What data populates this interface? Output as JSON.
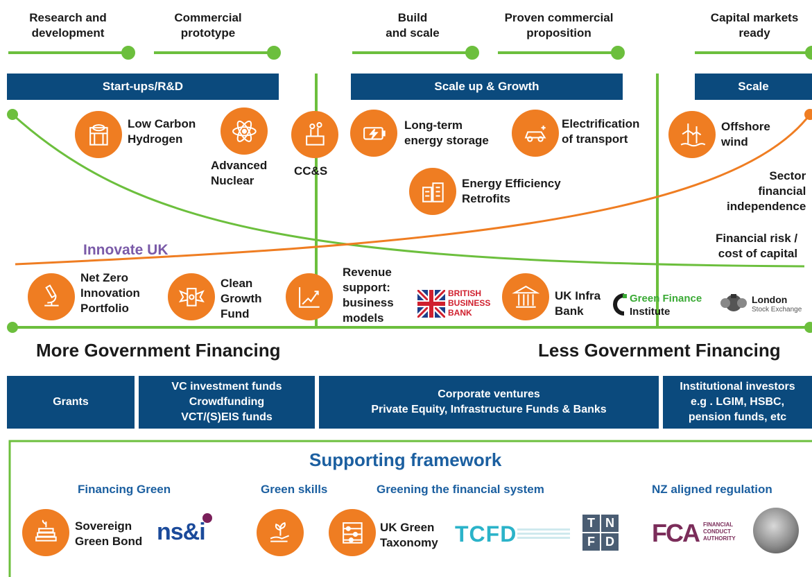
{
  "stages": [
    {
      "label": "Research and\ndevelopment"
    },
    {
      "label": "Commercial\nprototype"
    },
    {
      "label": "Build\nand scale"
    },
    {
      "label": "Proven commercial\nproposition"
    },
    {
      "label": "Capital markets\nready"
    }
  ],
  "bands": [
    "Start-ups/R&D",
    "Scale up & Growth",
    "Scale"
  ],
  "technologies": [
    {
      "label": "Low Carbon\nHydrogen",
      "icon": "hydrogen-plant-icon"
    },
    {
      "label": "Advanced\nNuclear",
      "icon": "atom-icon"
    },
    {
      "label": "CC&S",
      "icon": "carbon-capture-icon"
    },
    {
      "label": "Long-term\nenergy storage",
      "icon": "battery-icon"
    },
    {
      "label": "Electrification\nof transport",
      "icon": "electric-car-icon"
    },
    {
      "label": "Energy Efficiency\nRetrofits",
      "icon": "buildings-icon"
    },
    {
      "label": "Offshore\nwind",
      "icon": "wind-turbine-icon"
    }
  ],
  "curve_labels": {
    "sector": "Sector\nfinancial\nindependence",
    "risk": "Financial risk /\ncost of capital",
    "innovate": "Innovate UK"
  },
  "instruments": [
    {
      "label": "Net Zero\nInnovation\nPortfolio",
      "icon": "microscope-icon"
    },
    {
      "label": "Clean\nGrowth\nFund",
      "icon": "money-wings-icon"
    },
    {
      "label": "Revenue\nsupport:\nbusiness\nmodels",
      "icon": "growth-chart-icon"
    },
    {
      "label": "UK Infra\nBank",
      "icon": "bank-building-icon"
    }
  ],
  "logos": {
    "bbb": "BRITISH\nBUSINESS\nBANK",
    "gfi_top": "Green Finance",
    "gfi_bottom": "Institute",
    "lse_top": "London",
    "lse_bottom": "Stock Exchange"
  },
  "financing": {
    "more": "More Government Financing",
    "less": "Less Government Financing",
    "boxes": [
      "Grants",
      "VC investment funds\nCrowdfunding\nVCT/(S)EIS funds",
      "Corporate ventures\nPrivate Equity, Infrastructure Funds & Banks",
      "Institutional investors\ne.g . LGIM, HSBC,\npension funds, etc"
    ]
  },
  "framework": {
    "title": "Supporting framework",
    "categories": [
      "Financing Green",
      "Green skills",
      "Greening the financial system",
      "NZ aligned regulation"
    ],
    "items": [
      {
        "label": "Sovereign\nGreen Bond",
        "icon": "bond-stack-icon"
      },
      {
        "label": "",
        "icon": "plant-hand-icon"
      },
      {
        "label": "UK Green\nTaxonomy",
        "icon": "abacus-icon"
      }
    ],
    "logos": {
      "nsi": "ns&i",
      "tcfd": "TCFD",
      "tnfd": [
        "T",
        "N",
        "F",
        "D"
      ],
      "fca": "FCA",
      "fca_sub": "FINANCIAL\nCONDUCT\nAUTHORITY"
    }
  },
  "colors": {
    "navy": "#0b4a7d",
    "orange": "#ef7d22",
    "green": "#6cbf3d",
    "innovate": "#7a5aa8"
  }
}
